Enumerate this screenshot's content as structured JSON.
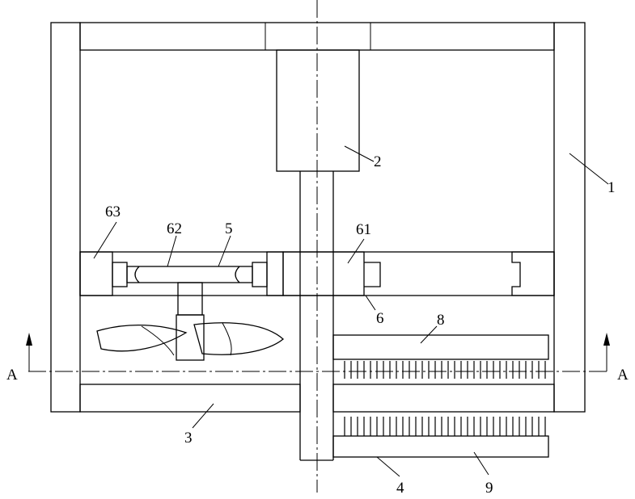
{
  "labels": {
    "housing": "1",
    "motor": "2",
    "bottom_plate": "3",
    "lower_shaft": "4",
    "plate": "5",
    "disc": "6",
    "disc_center": "61",
    "ring": "62",
    "side_block": "63",
    "upper_rack": "8",
    "lower_rack": "9"
  },
  "section_marks": {
    "left": "A",
    "right": "A"
  }
}
